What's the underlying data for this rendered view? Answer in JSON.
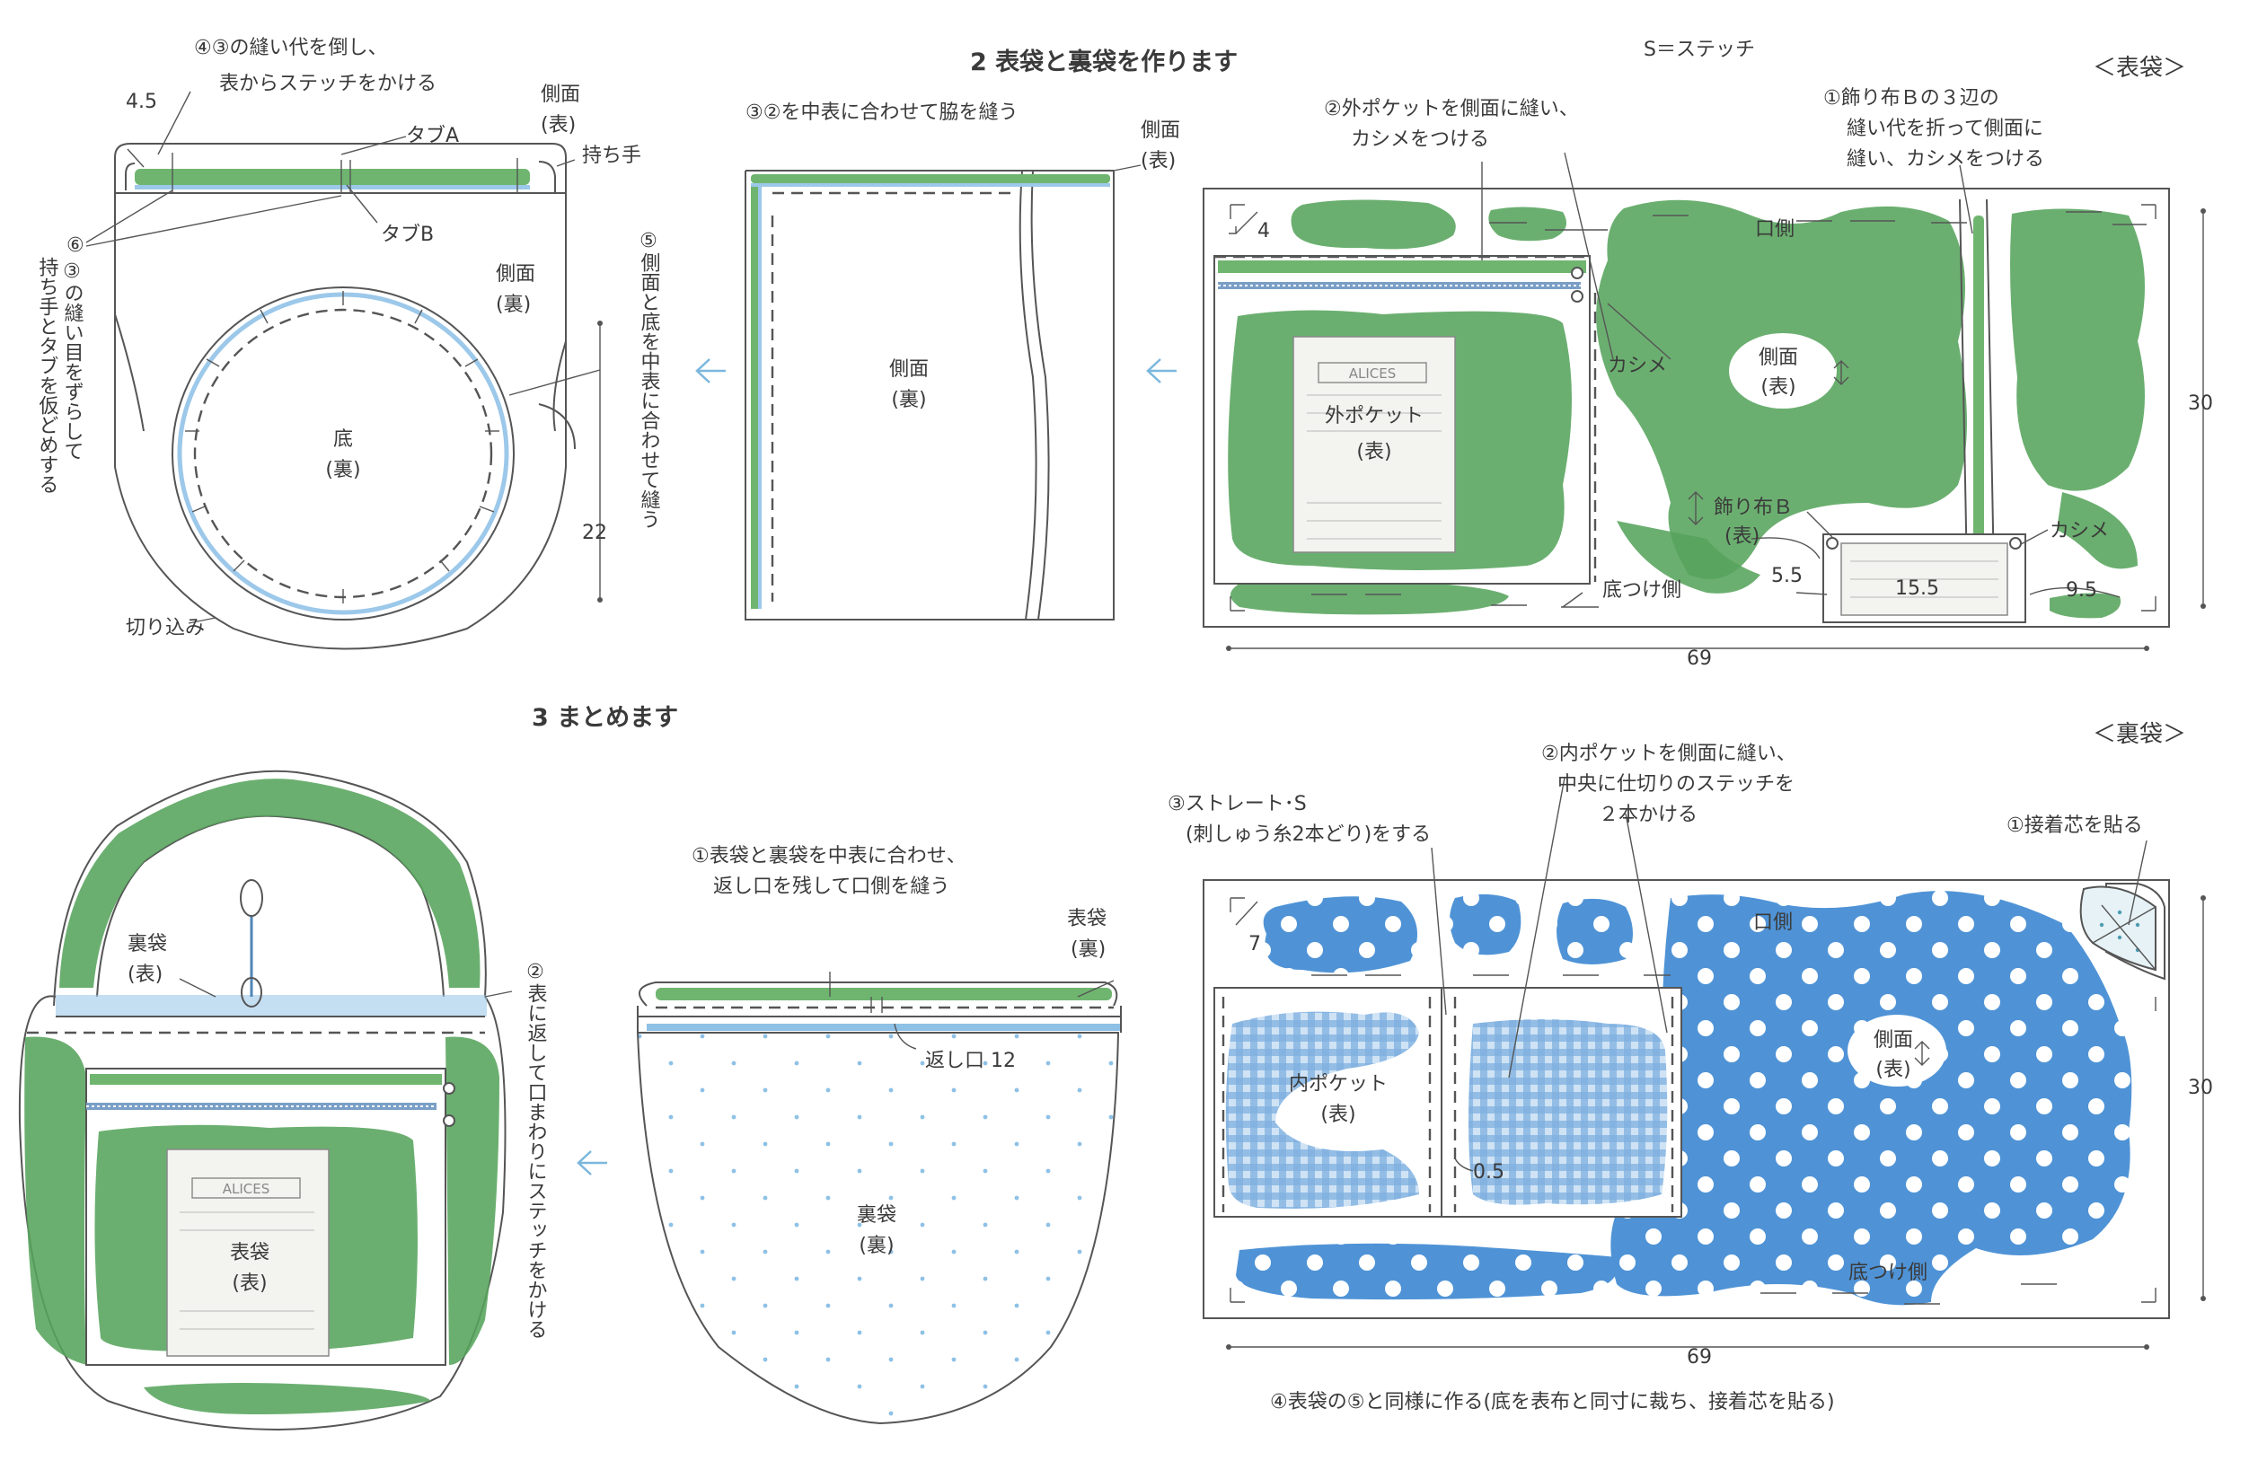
{
  "headings": {
    "section2": "2 表袋と裏袋を作ります",
    "section3": "3 まとめます",
    "legend": "S＝ステッチ",
    "outer_bag": "＜表袋＞",
    "lining_bag": "＜裏袋＞"
  },
  "step2_left": {
    "note4": [
      "④③の縫い代を倒し、",
      "表からステッチをかける"
    ],
    "dim_4_5": "4.5",
    "side_front": [
      "側面",
      "(表)"
    ],
    "handle": "持ち手",
    "tab_a": "タブA",
    "tab_b": "タブB",
    "note6_num": "⑥",
    "note6_vertical": [
      "③の縫い目をずらして",
      "持ち手とタブを仮どめする"
    ],
    "side_back": [
      "側面",
      "(裏)"
    ],
    "bottom": [
      "底",
      "(裏)"
    ],
    "notch": "切り込み",
    "note5_vertical": "⑤側面と底を中表に合わせて縫う",
    "dim_22": "22"
  },
  "step2_mid": {
    "note3": "③②を中表に合わせて脇を縫う",
    "side_front": [
      "側面",
      "(表)"
    ],
    "side_back": [
      "側面",
      "(裏)"
    ]
  },
  "outer_panel": {
    "note2": [
      "②外ポケットを側面に縫い、",
      "カシメをつける"
    ],
    "note1": [
      "①飾り布Ｂの３辺の",
      "縫い代を折って側面に",
      "縫い、カシメをつける"
    ],
    "mouth_side": "口側",
    "dim_4": "4",
    "rivet1": "カシメ",
    "rivet2": "カシメ",
    "side": [
      "側面",
      "(表)"
    ],
    "pocket": [
      "外ポケット",
      "(表)"
    ],
    "deco": [
      "飾り布Ｂ",
      "(表)"
    ],
    "dim_5_5": "5.5",
    "dim_15_5": "15.5",
    "dim_9_5": "9.5",
    "bottom_side": "底つけ側",
    "dim_30": "30",
    "dim_69": "69"
  },
  "step3_left": {
    "lining": [
      "裏袋",
      "(表)"
    ],
    "outer": [
      "表袋",
      "(表)"
    ],
    "note2_vertical": "②表に返して口まわりにステッチをかける"
  },
  "step3_mid": {
    "note1": [
      "①表袋と裏袋を中表に合わせ、",
      "返し口を残して口側を縫う"
    ],
    "outer_back": [
      "表袋",
      "(裏)"
    ],
    "opening": "返し口 12",
    "lining_back": [
      "裏袋",
      "(裏)"
    ]
  },
  "lining_panel": {
    "note3": [
      "③ストレート･S",
      "(刺しゅう糸2本どり)をする"
    ],
    "note2": [
      "②内ポケットを側面に縫い、",
      "中央に仕切りのステッチを",
      "２本かける"
    ],
    "note1": "①接着芯を貼る",
    "mouth_side": "口側",
    "dim_7": "7",
    "pocket": [
      "内ポケット",
      "(表)"
    ],
    "dim_0_5": "0.5",
    "side": [
      "側面",
      "(表)"
    ],
    "bottom_side": "底つけ側",
    "dim_30": "30",
    "dim_69": "69",
    "note4": "④表袋の⑤と同様に作る(底を表布と同寸に裁ち、接着芯を貼る)"
  },
  "label_text": "ALICES",
  "colors": {
    "green": "#56a45c",
    "blue": "#4f93d6",
    "light_blue": "#9cc8ea",
    "arrow": "#7bb7dd"
  }
}
